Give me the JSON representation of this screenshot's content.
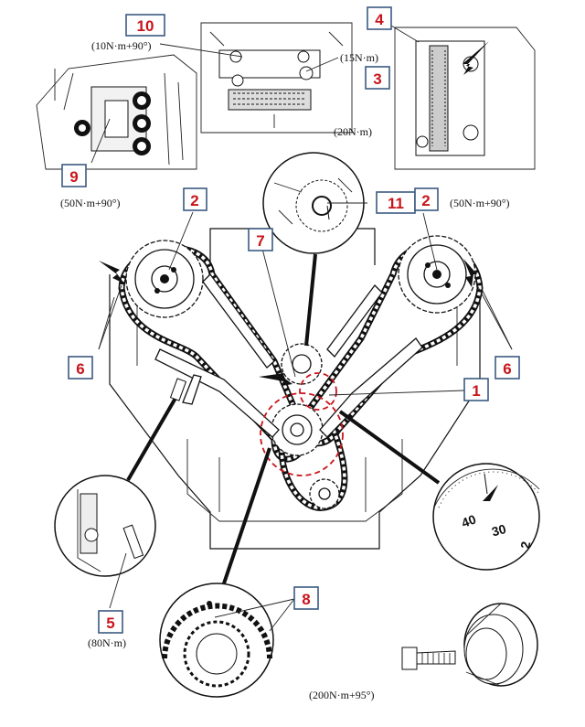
{
  "callouts": [
    {
      "id": "callout-10",
      "label": "10"
    },
    {
      "id": "callout-4",
      "label": "4"
    },
    {
      "id": "callout-3",
      "label": "3"
    },
    {
      "id": "callout-9",
      "label": "9"
    },
    {
      "id": "callout-2-left",
      "label": "2"
    },
    {
      "id": "callout-11",
      "label": "11"
    },
    {
      "id": "callout-2-right",
      "label": "2"
    },
    {
      "id": "callout-7",
      "label": "7"
    },
    {
      "id": "callout-6-left",
      "label": "6"
    },
    {
      "id": "callout-6-right",
      "label": "6"
    },
    {
      "id": "callout-1",
      "label": "1"
    },
    {
      "id": "callout-5",
      "label": "5"
    },
    {
      "id": "callout-8",
      "label": "8"
    }
  ],
  "torque_specs": {
    "t10": "(10N·m+90°)",
    "t15": "(15N·m)",
    "t20": "(20N·m)",
    "t50_left": "(50N·m+90°)",
    "t50_right": "(50N·m+90°)",
    "t80": "(80N·m)",
    "t200": "(200N·m+95°)"
  },
  "dial_marks": {
    "m40": "40",
    "m30": "30",
    "m2": "2"
  },
  "colors": {
    "callout_text": "#c8151b",
    "callout_border": "#3b5a82",
    "highlight_circle": "#c8151b"
  }
}
